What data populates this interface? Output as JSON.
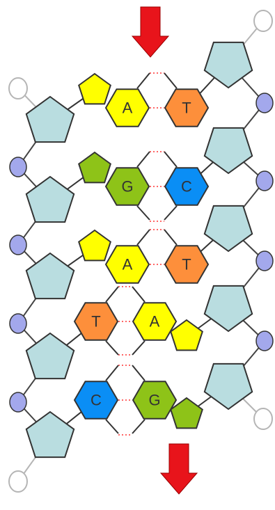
{
  "colors": {
    "A": "#ffff00",
    "T": "#fd8f3b",
    "G": "#8ec318",
    "C": "#0a8ef5",
    "sugar": "#b9dde0",
    "phosphate": "#a3a8ec",
    "hydrogen_bond": "#ff6666",
    "arrow": "#e8141b"
  },
  "pairs": [
    {
      "left": "A",
      "right": "T"
    },
    {
      "left": "G",
      "right": "C"
    },
    {
      "left": "A",
      "right": "T"
    },
    {
      "left": "T",
      "right": "A"
    },
    {
      "left": "C",
      "right": "G"
    }
  ],
  "icons": {
    "arrows": [
      "down-arrow-icon",
      "down-arrow-icon"
    ]
  }
}
